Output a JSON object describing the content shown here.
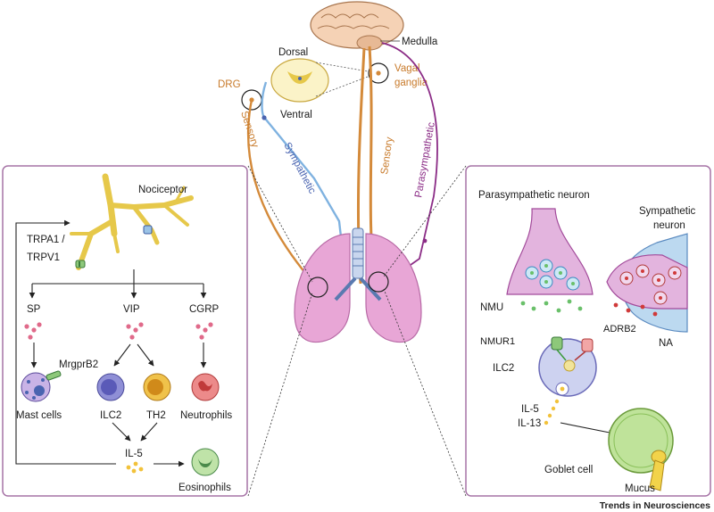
{
  "colors": {
    "sensory": "#d48a3a",
    "sympathetic": "#7fb2e0",
    "parasympathetic": "#8b2c86",
    "panel_border": "#a673a6",
    "lung": "#e8a6d6",
    "nociceptor": "#e6c84a",
    "ilc2": "#8f8fd6",
    "th2": "#e0ac3a",
    "neutrophil": "#e05a5a",
    "eosinophil": "#8ec98a",
    "goblet": "#bfe39a"
  },
  "top": {
    "medulla": "Medulla",
    "dorsal": "Dorsal",
    "ventral": "Ventral",
    "drg": "DRG",
    "vagal_line1": "Vagal",
    "vagal_line2": "ganglia",
    "sensory_left": "Sensory",
    "sensory_right": "Sensory",
    "sympathetic": "Sympathetic",
    "parasympathetic": "Parasympathetic"
  },
  "left_panel": {
    "nociceptor": "Nociceptor",
    "trpa1": "TRPA1 /",
    "trpv1": "TRPV1",
    "sp": "SP",
    "vip": "VIP",
    "cgrp": "CGRP",
    "mrgprb2": "MrgprB2",
    "mast_cells": "Mast cells",
    "ilc2": "ILC2",
    "th2": "TH2",
    "neutrophils": "Neutrophils",
    "il5": "IL-5",
    "eosinophils": "Eosinophils"
  },
  "right_panel": {
    "parasympathetic_neuron": "Parasympathetic neuron",
    "sympathetic_line1": "Sympathetic",
    "sympathetic_line2": "neuron",
    "nmu": "NMU",
    "nmur1": "NMUR1",
    "adrb2": "ADRB2",
    "na": "NA",
    "ilc2": "ILC2",
    "il5": "IL-5",
    "il13": "IL-13",
    "goblet_cell": "Goblet cell",
    "mucus": "Mucus"
  },
  "footer": {
    "journal": "Trends in Neurosciences"
  }
}
